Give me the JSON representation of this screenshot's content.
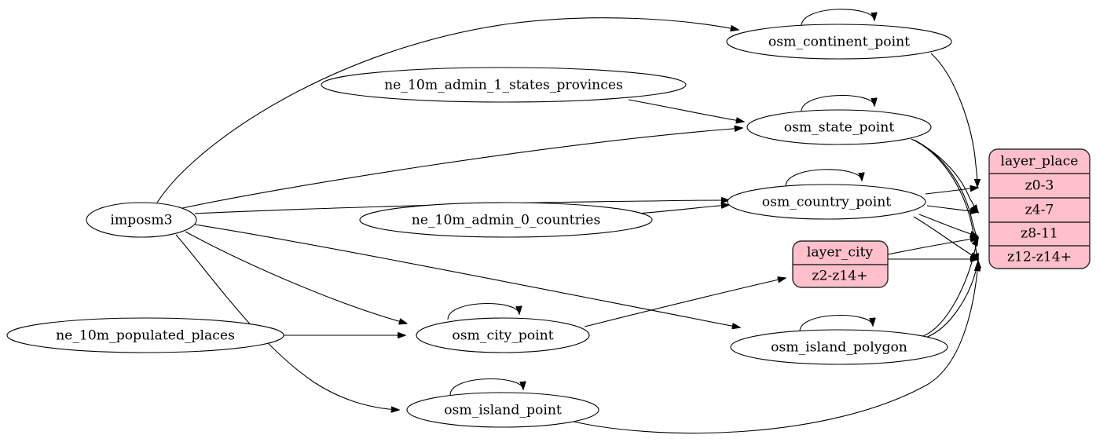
{
  "diagram": {
    "type": "directed-graph",
    "background": "#ffffff",
    "edge_color": "#000000",
    "node_fill": "#ffffff",
    "record_fill": "#ffc0cb",
    "record_border": "#2b2b2b"
  },
  "nodes": {
    "imposm3": {
      "label": "imposm3"
    },
    "osm_continent_point": {
      "label": "osm_continent_point"
    },
    "ne_states": {
      "label": "ne_10m_admin_1_states_provinces"
    },
    "osm_state_point": {
      "label": "osm_state_point"
    },
    "osm_country_point": {
      "label": "osm_country_point"
    },
    "ne_countries": {
      "label": "ne_10m_admin_0_countries"
    },
    "ne_populated": {
      "label": "ne_10m_populated_places"
    },
    "osm_city_point": {
      "label": "osm_city_point"
    },
    "osm_island_point": {
      "label": "osm_island_point"
    },
    "osm_island_polygon": {
      "label": "osm_island_polygon"
    }
  },
  "records": {
    "layer_place": {
      "title": "layer_place",
      "rows": [
        "z0-3",
        "z4-7",
        "z8-11",
        "z12-z14+"
      ]
    },
    "layer_city": {
      "title": "layer_city",
      "rows": [
        "z2-z14+"
      ]
    }
  },
  "edges": [
    {
      "from": "imposm3",
      "to": "osm_continent_point"
    },
    {
      "from": "imposm3",
      "to": "osm_state_point"
    },
    {
      "from": "imposm3",
      "to": "osm_country_point"
    },
    {
      "from": "imposm3",
      "to": "osm_city_point"
    },
    {
      "from": "imposm3",
      "to": "osm_island_point"
    },
    {
      "from": "imposm3",
      "to": "osm_island_polygon"
    },
    {
      "from": "ne_states",
      "to": "osm_state_point"
    },
    {
      "from": "ne_countries",
      "to": "osm_country_point"
    },
    {
      "from": "ne_populated",
      "to": "osm_city_point"
    },
    {
      "from": "osm_continent_point",
      "to": "osm_continent_point"
    },
    {
      "from": "osm_state_point",
      "to": "osm_state_point"
    },
    {
      "from": "osm_country_point",
      "to": "osm_country_point"
    },
    {
      "from": "osm_city_point",
      "to": "osm_city_point"
    },
    {
      "from": "osm_island_point",
      "to": "osm_island_point"
    },
    {
      "from": "osm_island_polygon",
      "to": "osm_island_polygon"
    },
    {
      "from": "osm_continent_point",
      "to": "layer_place.z0-3"
    },
    {
      "from": "osm_state_point",
      "to": "layer_place.z4-7"
    },
    {
      "from": "osm_state_point",
      "to": "layer_place.z8-11"
    },
    {
      "from": "osm_state_point",
      "to": "layer_place.z12-z14+"
    },
    {
      "from": "osm_country_point",
      "to": "layer_place.z0-3"
    },
    {
      "from": "osm_country_point",
      "to": "layer_place.z4-7"
    },
    {
      "from": "osm_country_point",
      "to": "layer_place.z8-11"
    },
    {
      "from": "osm_country_point",
      "to": "layer_place.z12-z14+"
    },
    {
      "from": "osm_city_point",
      "to": "layer_city.z2-z14+"
    },
    {
      "from": "layer_city",
      "to": "layer_place.z8-11"
    },
    {
      "from": "layer_city",
      "to": "layer_place.z12-z14+"
    },
    {
      "from": "osm_island_polygon",
      "to": "layer_place.z8-11"
    },
    {
      "from": "osm_island_polygon",
      "to": "layer_place.z12-z14+"
    },
    {
      "from": "osm_island_point",
      "to": "layer_place.z12-z14+"
    }
  ]
}
